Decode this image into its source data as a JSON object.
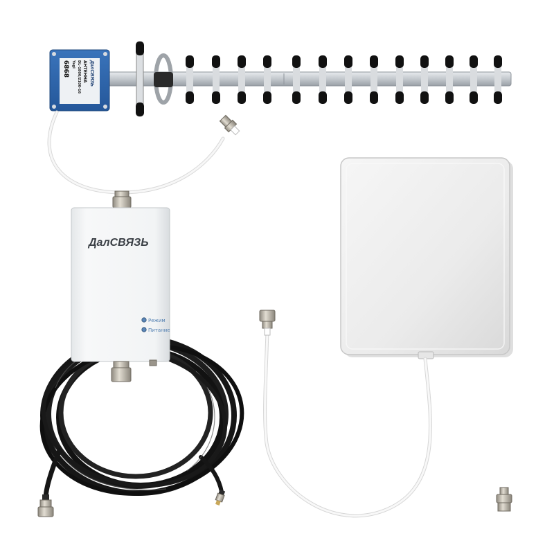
{
  "product_kit": {
    "repeater": {
      "brand": "ДалСВЯЗЬ",
      "indicators": [
        {
          "label": "Режим",
          "color": "#5a86b8"
        },
        {
          "label": "Питание",
          "color": "#5a86b8"
        }
      ]
    },
    "yagi_antenna": {
      "label_brand": "ДалСВЯЗЬ",
      "label_lines": [
        "АНТЕННА",
        "DL-1800/2100-16",
        "Yagi"
      ],
      "label_model": "6868"
    },
    "colors": {
      "background": "#ffffff",
      "repeater_body": "#f1f3f4",
      "panel_antenna": "#ececec",
      "cable_black": "#161616",
      "cable_white": "#f4f4f4",
      "connector_metal": "#b9b2a4",
      "antenna_boom": "#c9cdd1",
      "label_blue": "#2e64a8"
    }
  }
}
